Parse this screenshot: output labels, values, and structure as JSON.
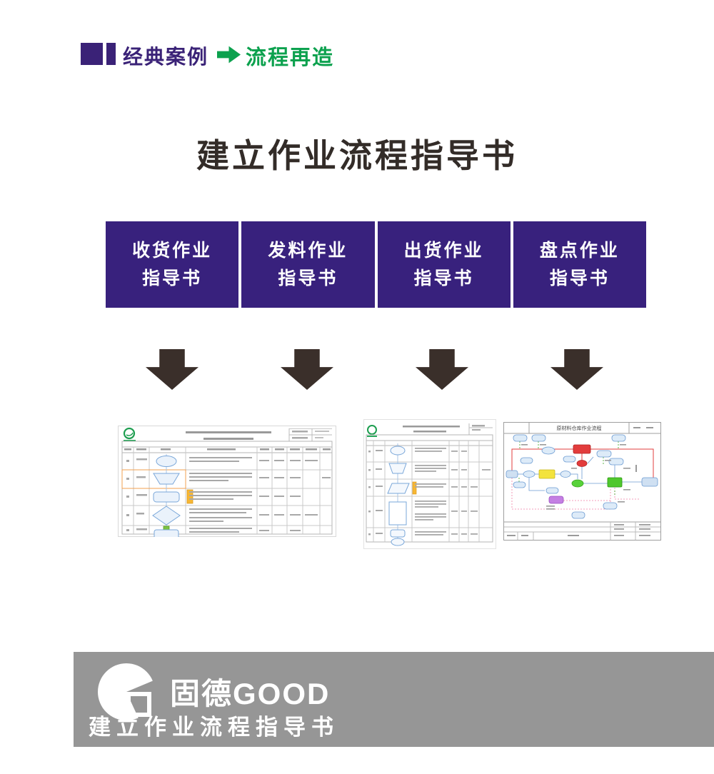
{
  "header": {
    "category": "经典案例",
    "topic": "流程再造"
  },
  "title": "建立作业流程指导书",
  "boxes": [
    {
      "line1": "收货作业",
      "line2": "指导书"
    },
    {
      "line1": "发料作业",
      "line2": "指导书"
    },
    {
      "line1": "出货作业",
      "line2": "指导书"
    },
    {
      "line1": "盘点作业",
      "line2": "指导书"
    }
  ],
  "documents": {
    "flowchart_title": "原材料仓库作业流程"
  },
  "footer": {
    "brand": "固德GOOD",
    "caption": "建立作业流程指导书"
  },
  "colors": {
    "purple": "#38217d",
    "green": "#0ca14e",
    "arrow_dark": "#3a2f2a",
    "footer_gray": "#969696"
  }
}
